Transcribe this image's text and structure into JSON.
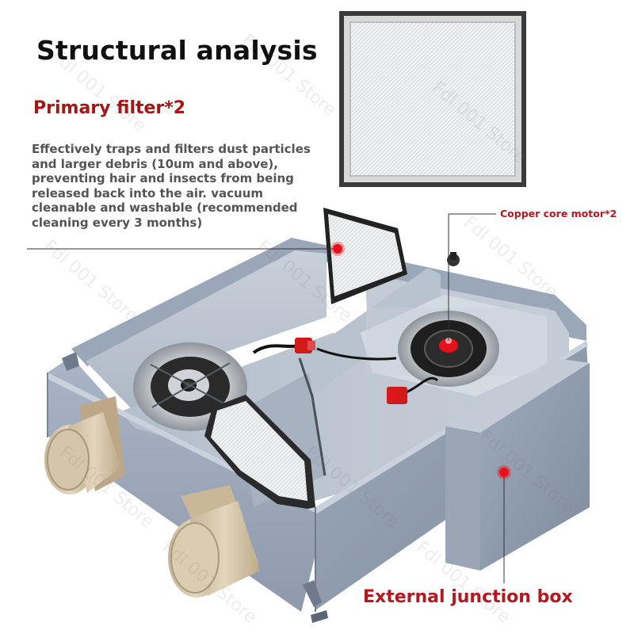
{
  "header": {
    "title": "Structural analysis"
  },
  "filter": {
    "heading": "Primary filter*2",
    "description": "Effectively traps and filters dust particles and larger debris (10um and above), preventing hair and insects from being released back into the air. vacuum cleanable and washable (recommended cleaning every 3 months)"
  },
  "callouts": {
    "motor": "Copper core motor*2",
    "junction_box": "External junction box"
  },
  "watermark": {
    "text": "Fdl 001 Store"
  },
  "colors": {
    "title_text": "#111111",
    "accent_red": "#b3191e",
    "filter_heading_red": "#a51616",
    "body_text": "#545454",
    "housing_metal": "#aab6c6",
    "marker_red": "#e8101a"
  }
}
